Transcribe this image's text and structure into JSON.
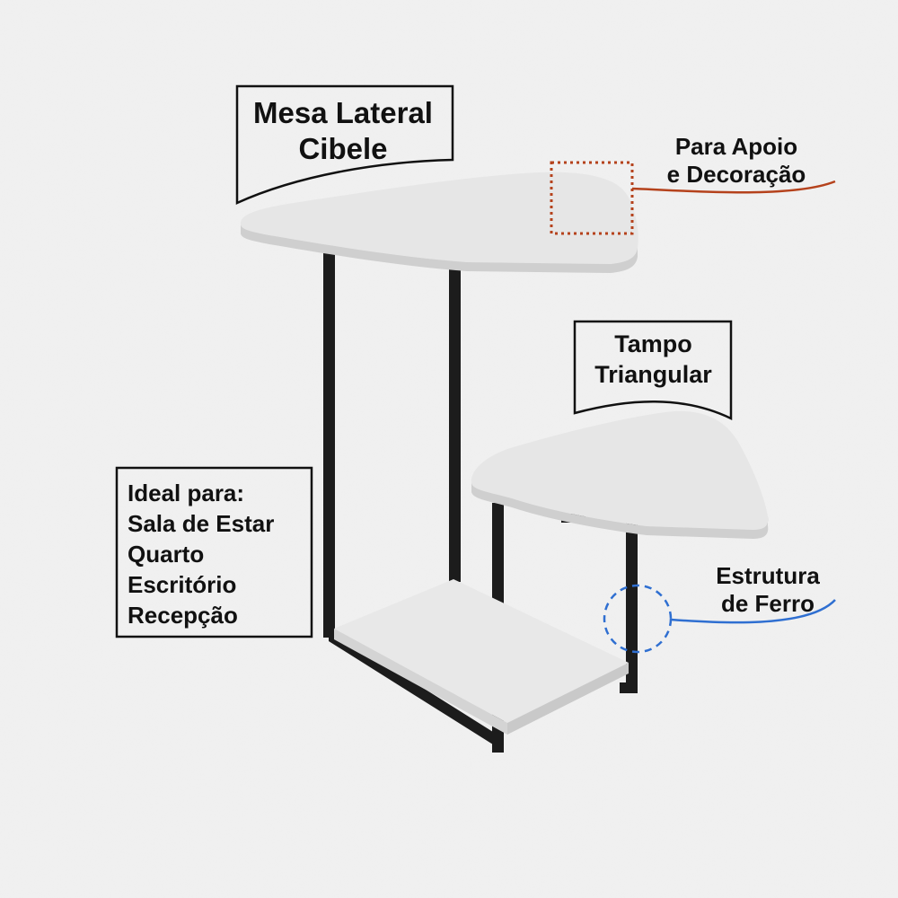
{
  "product_title": [
    "Mesa Lateral",
    "Cibele"
  ],
  "callouts": {
    "apoio": [
      "Para Apoio",
      "e Decoração"
    ],
    "tampo": [
      "Tampo",
      "Triangular"
    ],
    "ferro": [
      "Estrutura",
      "de Ferro"
    ]
  },
  "ideal_for": [
    "Ideal para:",
    "Sala de Estar",
    "Quarto",
    "Escritório",
    "Recepção"
  ],
  "colors": {
    "background": "#efefef",
    "tabletop": "#e3e3e3",
    "frame": "#1c1c1c",
    "apoio_accent": "#b5421c",
    "ferro_accent": "#2f6fd1"
  }
}
